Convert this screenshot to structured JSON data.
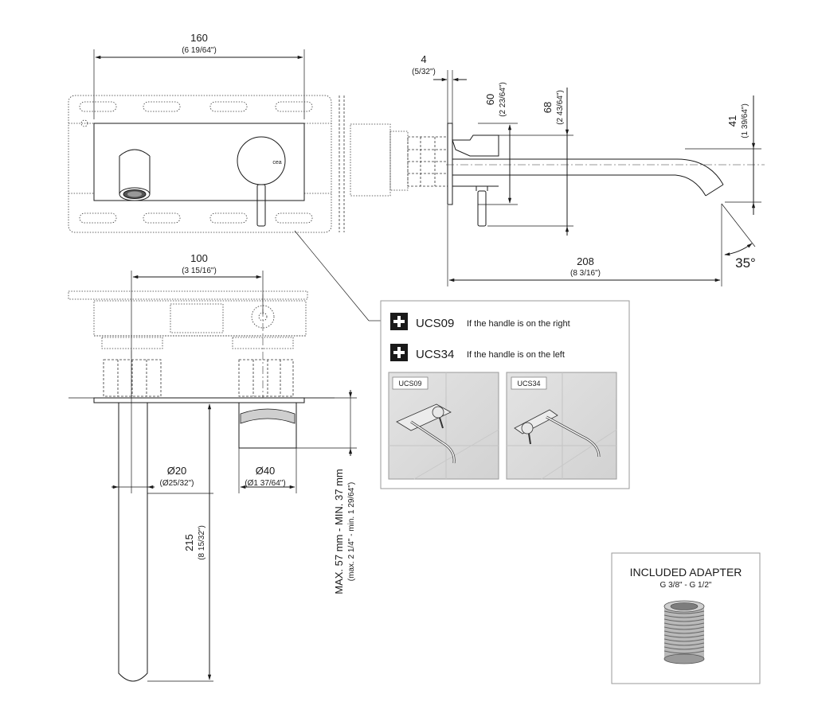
{
  "front_view": {
    "width_mm": "160",
    "width_in": "(6 19/64\")",
    "brand_mark": "cea"
  },
  "side_view": {
    "plate_mm": "4",
    "plate_in": "(5/32\")",
    "h60_mm": "60",
    "h60_in": "(2 23/64\")",
    "h68_mm": "68",
    "h68_in": "(2 43/64\")",
    "h41_mm": "41",
    "h41_in": "(1 39/64\")",
    "len_mm": "208",
    "len_in": "(8 3/16\")",
    "angle": "35°"
  },
  "top_view": {
    "spacing_mm": "100",
    "spacing_in": "(3 15/16\")",
    "spout_dia_mm": "Ø20",
    "spout_dia_in": "(Ø25/32\")",
    "knob_dia_mm": "Ø40",
    "knob_dia_in": "(Ø1 37/64\")",
    "spout_len_mm": "215",
    "spout_len_in": "(8 15/32\")",
    "depth_mm": "MAX. 57 mm - MIN. 37 mm",
    "depth_in": "(max. 2 1/4\" - min. 1 29/64\")"
  },
  "handle_box": {
    "options": [
      {
        "code": "UCS09",
        "text": "If the handle is on the right"
      },
      {
        "code": "UCS34",
        "text": "If the handle is on the left"
      }
    ],
    "thumb_labels": [
      "UCS09",
      "UCS34"
    ]
  },
  "adapter_box": {
    "title": "INCLUDED ADAPTER",
    "size": "G 3/8\" - G 1/2\""
  }
}
